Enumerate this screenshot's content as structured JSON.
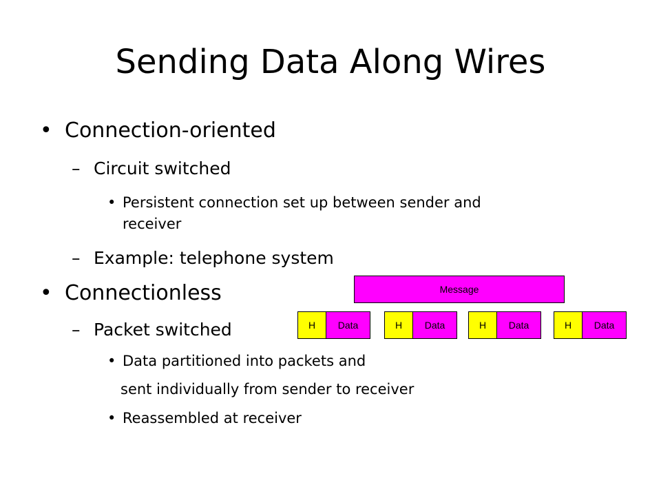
{
  "slide": {
    "title": "Sending Data Along Wires",
    "markers": {
      "level1": "•",
      "level2": "–",
      "level3": "•"
    },
    "items": [
      {
        "text": "Connection-oriented"
      },
      {
        "text": "Circuit switched"
      },
      {
        "text": "Persistent connection set up between sender and"
      },
      {
        "text": "receiver"
      },
      {
        "text": "Example: telephone system"
      },
      {
        "text": "Connectionless"
      },
      {
        "text": "Packet switched"
      },
      {
        "text": "Data partitioned into packets and"
      },
      {
        "text": "sent individually from sender to receiver"
      },
      {
        "text": "Reassembled at receiver"
      }
    ]
  },
  "diagram": {
    "message_label": "Message",
    "packets": [
      {
        "header": "H",
        "data": "Data"
      },
      {
        "header": "H",
        "data": "Data"
      },
      {
        "header": "H",
        "data": "Data"
      },
      {
        "header": "H",
        "data": "Data"
      }
    ],
    "colors": {
      "message": "#ff00ff",
      "header": "#ffff00",
      "data": "#ff00ff"
    }
  }
}
